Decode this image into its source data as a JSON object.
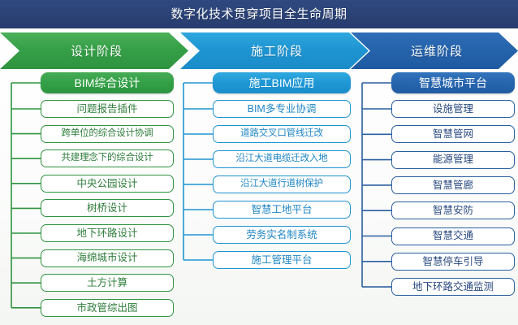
{
  "header": {
    "title": "数字化技术贯穿项目全生命周期",
    "bg_color": "#2b4276",
    "text_color": "#ffffff"
  },
  "phases": [
    {
      "label": "设计阶段",
      "color": "#33a046",
      "name": "phase-design"
    },
    {
      "label": "施工阶段",
      "color": "#1f97d4",
      "name": "phase-construction"
    },
    {
      "label": "运维阶段",
      "color": "#2765ad",
      "name": "phase-operation"
    }
  ],
  "columns": [
    {
      "id": "design",
      "accent": "#2f9340",
      "head": "BIM综合设计",
      "items": [
        "问题报告插件",
        "跨单位的综合设计协调",
        "共建理念下的综合设计",
        "中央公园设计",
        "树桥设计",
        "地下环路设计",
        "海绵城市设计",
        "土方计算",
        "市政管综出图"
      ]
    },
    {
      "id": "construction",
      "accent": "#2094d2",
      "head": "施工BIM应用",
      "items": [
        "BIM多专业协调",
        "道路交叉口管线迁改",
        "沿江大道电缆迁改入地",
        "沿江大道行道树保护",
        "智慧工地平台",
        "劳务实名制系统",
        "施工管理平台"
      ]
    },
    {
      "id": "operation",
      "accent": "#2a5fa0",
      "head": "智慧城市平台",
      "items": [
        "设施管理",
        "智慧管网",
        "能源管理",
        "智慧管廊",
        "智慧安防",
        "智慧交通",
        "智慧停车引导",
        "地下环路交通监测"
      ]
    }
  ]
}
